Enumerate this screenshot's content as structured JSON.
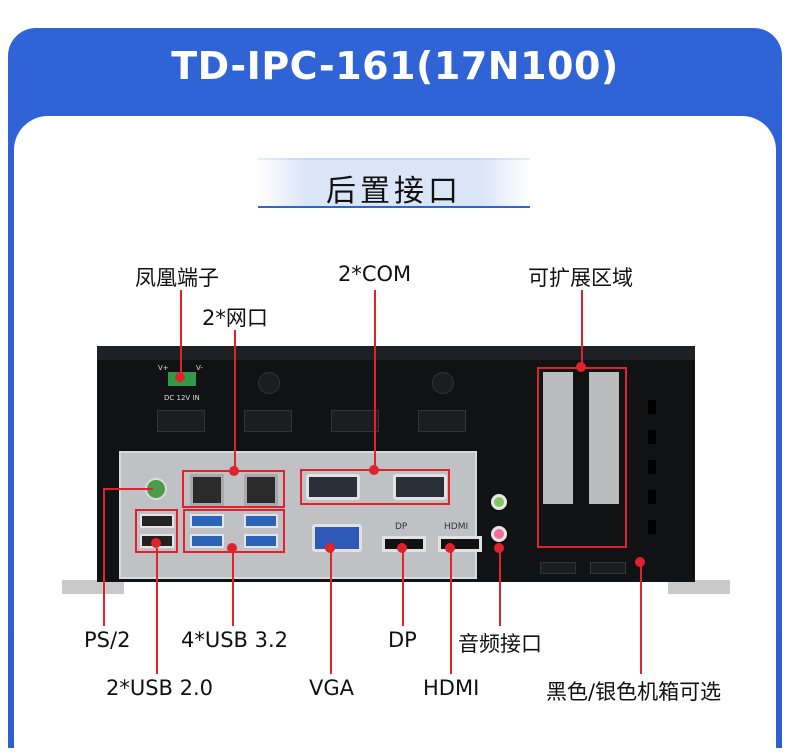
{
  "header": {
    "title": "TD-IPC-161(17N100)"
  },
  "section": {
    "subtitle": "后置接口"
  },
  "labels": {
    "phoenix": "凤凰端子",
    "lan": "2*网口",
    "com": "2*COM",
    "expansion": "可扩展区域",
    "ps2": "PS/2",
    "usb32": "4*USB 3.2",
    "dp": "DP",
    "audio": "音频接口",
    "usb20": "2*USB 2.0",
    "vga": "VGA",
    "hdmi": "HDMI",
    "chassis": "黑色/银色机箱可选"
  },
  "device_marks": {
    "dc_in": "DC 12V IN",
    "vplus": "V+",
    "vminus": "V-",
    "dp_mark": "DP",
    "hdmi_mark": "HDMI"
  },
  "colors": {
    "brand_blue": "#2f63d6",
    "callout_red": "#e0232a"
  }
}
